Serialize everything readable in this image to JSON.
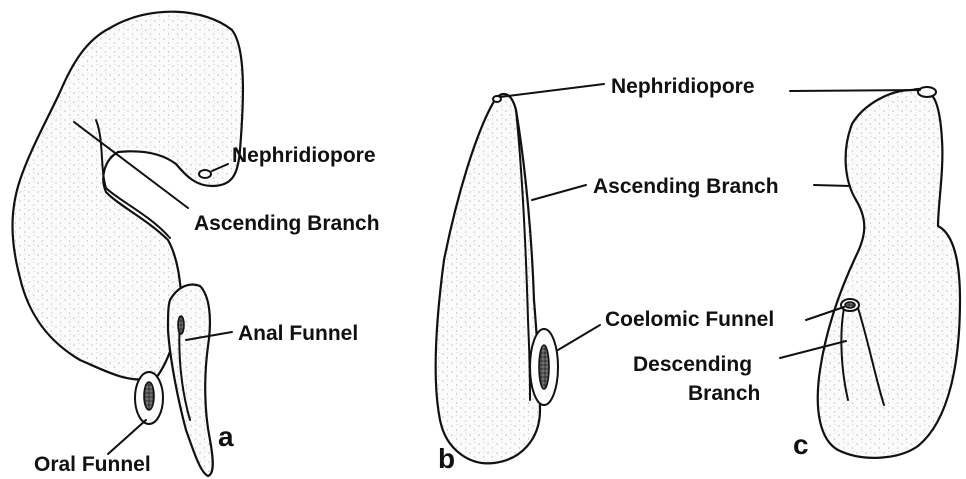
{
  "panels": {
    "a": {
      "letter": "a",
      "labels": {
        "nephridiopore": "Nephridiopore",
        "ascending_branch": "Ascending Branch",
        "anal_funnel": "Anal Funnel",
        "oral_funnel": "Oral Funnel"
      }
    },
    "b": {
      "letter": "b"
    },
    "c": {
      "letter": "c"
    },
    "bc_labels": {
      "nephridiopore": "Nephridiopore",
      "ascending_branch": "Ascending Branch",
      "coelomic_funnel": "Coelomic Funnel",
      "descending_branch_line1": "Descending",
      "descending_branch_line2": "Branch"
    }
  }
}
